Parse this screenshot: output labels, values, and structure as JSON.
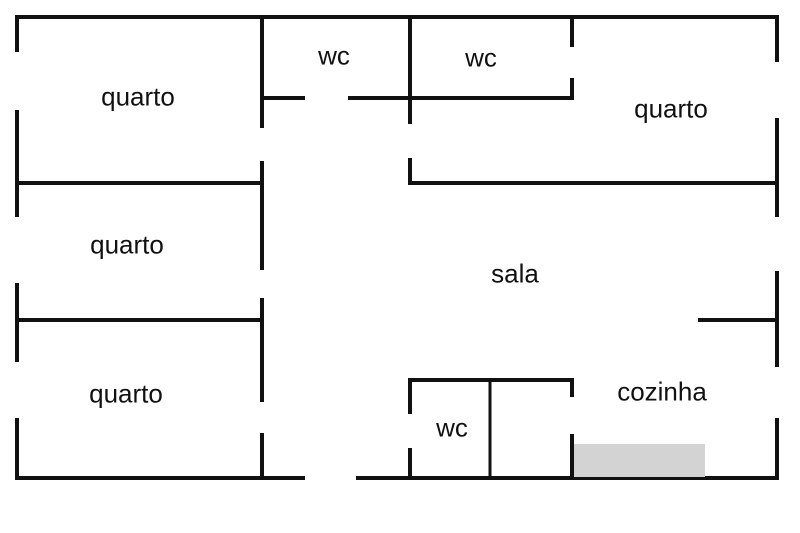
{
  "plan": {
    "rooms": [
      {
        "label": "quarto"
      },
      {
        "label": "quarto"
      },
      {
        "label": "quarto"
      },
      {
        "label": "wc"
      },
      {
        "label": "wc"
      },
      {
        "label": "quarto"
      },
      {
        "label": "sala"
      },
      {
        "label": "cozinha"
      },
      {
        "label": "wc"
      }
    ],
    "colors": {
      "wall": "#111111",
      "counter": "#d3d3d3"
    }
  }
}
